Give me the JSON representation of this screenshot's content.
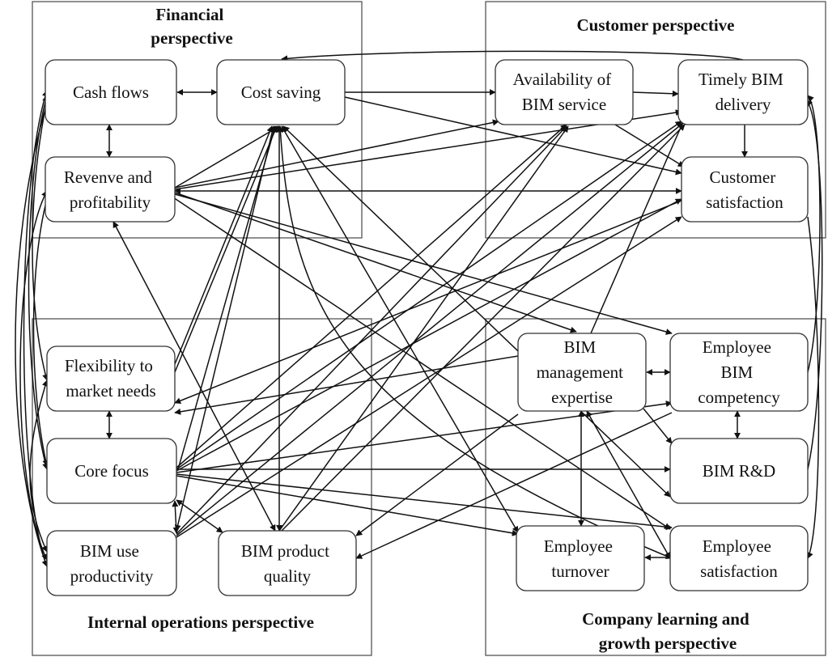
{
  "perspectives": {
    "financial": "Financial perspective",
    "customer": "Customer perspective",
    "internal": "Internal operations perspective",
    "learning": "Company learning and growth perspective"
  },
  "nodes": {
    "cash": "Cash flows",
    "cost": "Cost saving",
    "rev": "Revenve and profitability",
    "avail": "Availability of BIM service",
    "timely": "Timely BIM delivery",
    "custsat": "Customer satisfaction",
    "flex": "Flexibility to market needs",
    "core": "Core focus",
    "prod": "BIM use productivity",
    "qual": "BIM product quality",
    "mgmt": "BIM management expertise",
    "comp": "Employee BIM competency",
    "rd": "BIM R&D",
    "turn": "Employee turnover",
    "empsat": "Employee satisfaction"
  }
}
